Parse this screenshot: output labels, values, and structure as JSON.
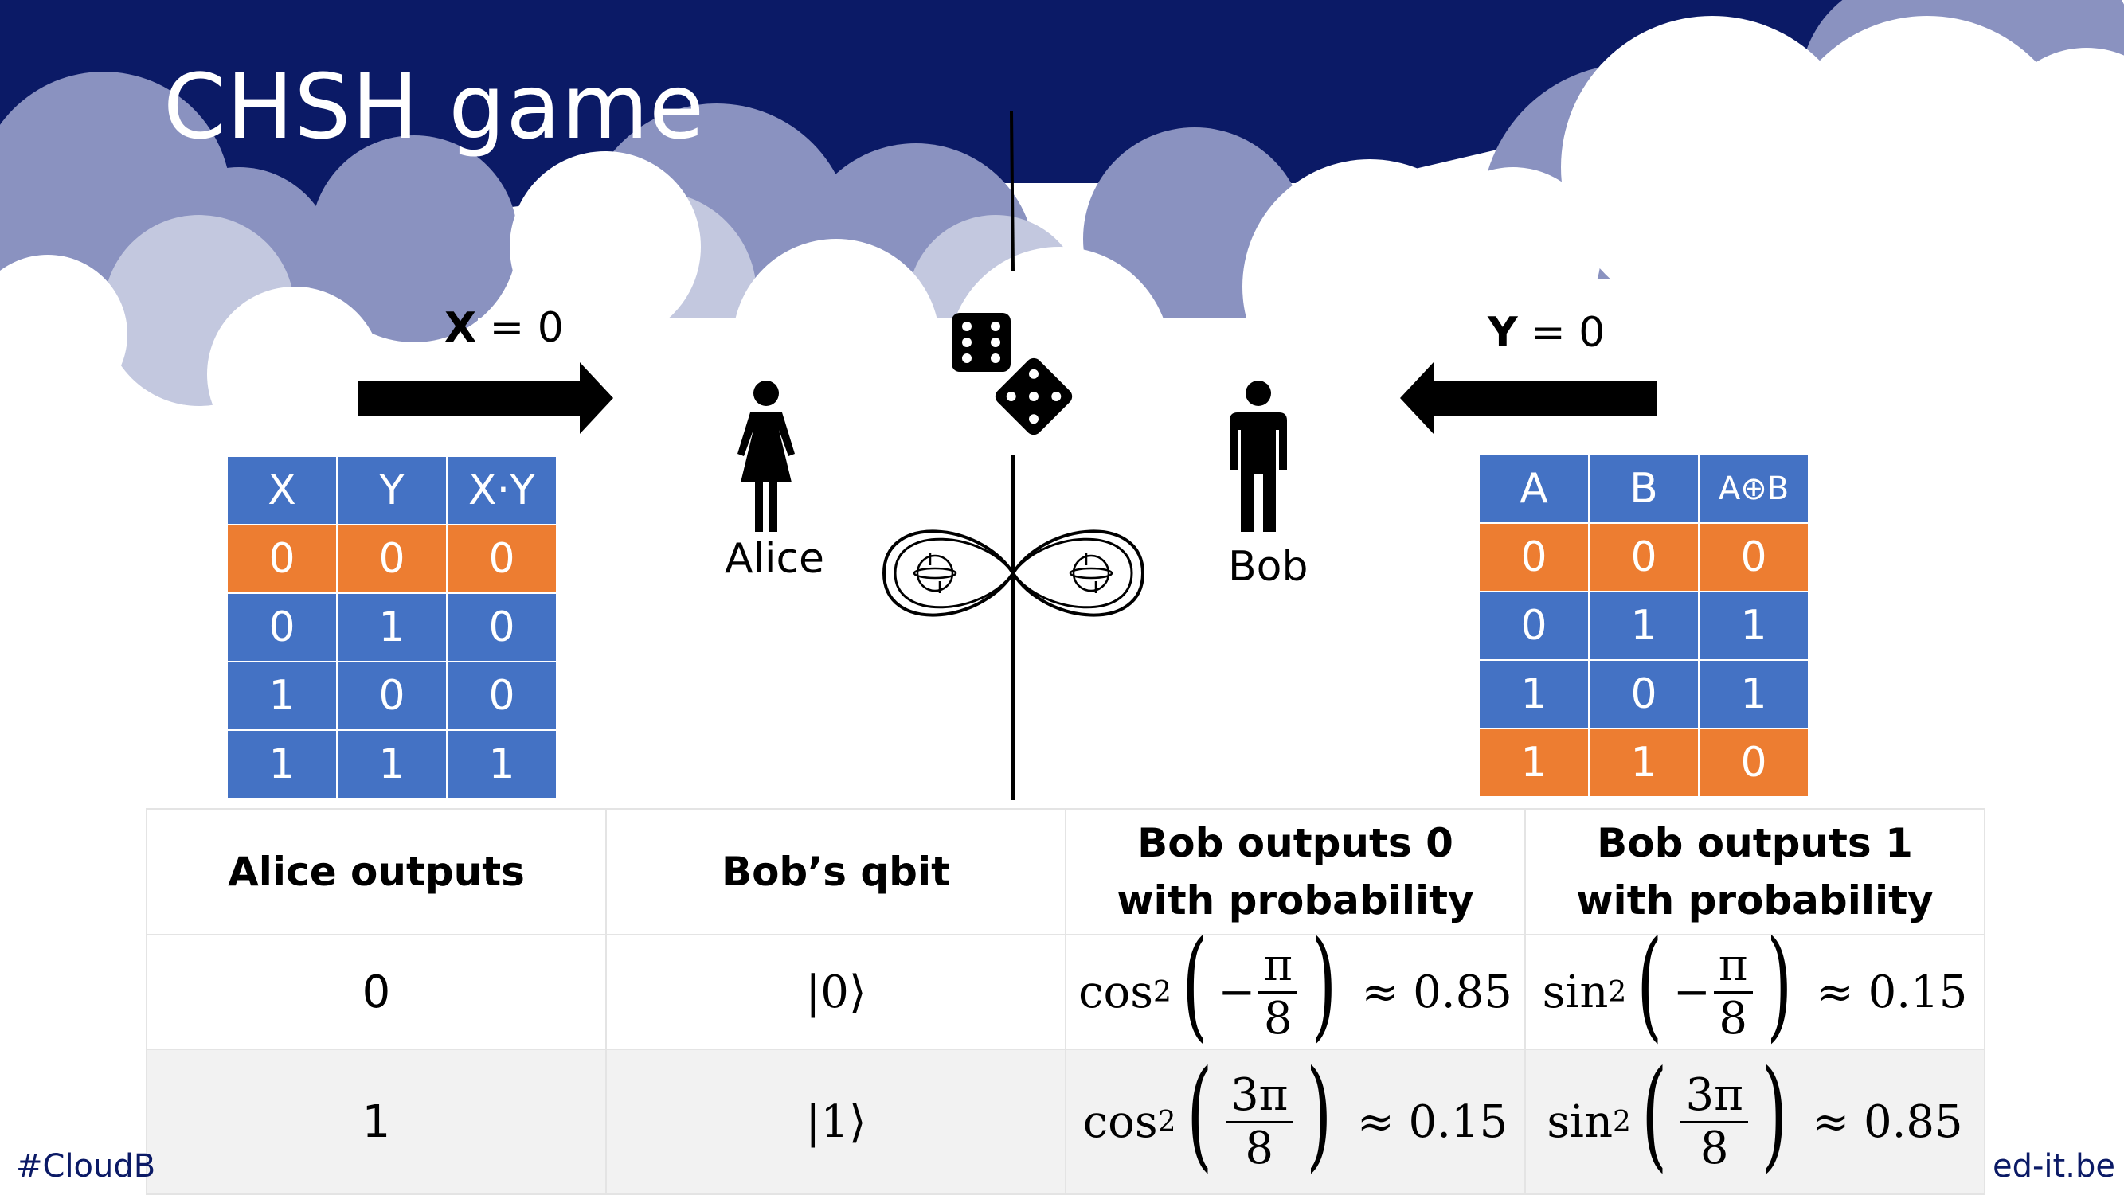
{
  "slide": {
    "title": "CHSH game",
    "colors": {
      "background_blue": "#0b1a66",
      "table_blue": "#4472c4",
      "table_orange": "#ed7d31"
    }
  },
  "alice_arrow": {
    "var": "X",
    "rest": " = 0"
  },
  "bob_arrow": {
    "var": "Y",
    "rest": " = 0"
  },
  "alice": {
    "label": "Alice",
    "icon": "woman-icon"
  },
  "bob": {
    "label": "Bob",
    "icon": "man-icon"
  },
  "dice": {
    "icon": "dice-icon"
  },
  "entanglement": {
    "icon": "infinity-qubit-icon"
  },
  "referee_table": {
    "headers": [
      "X",
      "Y",
      "X·Y"
    ],
    "rows": [
      [
        "0",
        "0",
        "0"
      ],
      [
        "0",
        "1",
        "0"
      ],
      [
        "1",
        "0",
        "0"
      ],
      [
        "1",
        "1",
        "1"
      ]
    ],
    "highlight_rows": [
      0
    ]
  },
  "player_table": {
    "headers": [
      "A",
      "B",
      "A⊕B"
    ],
    "rows": [
      [
        "0",
        "0",
        "0"
      ],
      [
        "0",
        "1",
        "1"
      ],
      [
        "1",
        "0",
        "1"
      ],
      [
        "1",
        "1",
        "0"
      ]
    ],
    "highlight_rows": [
      0,
      3
    ]
  },
  "results_table": {
    "headers": [
      "Alice outputs",
      "Bob’s qbit",
      "Bob outputs 0 with probability",
      "Bob outputs 1 with probability"
    ],
    "rows": [
      {
        "alice": "0",
        "qbit": "|0⟩",
        "p0": {
          "fn": "cos",
          "exp": "2",
          "sign": "−",
          "num": "π",
          "den": "8",
          "approx": "≈ 0.85"
        },
        "p1": {
          "fn": "sin",
          "exp": "2",
          "sign": "−",
          "num": "π",
          "den": "8",
          "approx": "≈ 0.15"
        }
      },
      {
        "alice": "1",
        "qbit": "|1⟩",
        "p0": {
          "fn": "cos",
          "exp": "2",
          "sign": "",
          "num": "3π",
          "den": "8",
          "approx": "≈ 0.15"
        },
        "p1": {
          "fn": "sin",
          "exp": "2",
          "sign": "",
          "num": "3π",
          "den": "8",
          "approx": "≈ 0.85"
        }
      }
    ]
  },
  "footer": {
    "left": "#CloudB",
    "right": "ed-it.be"
  }
}
